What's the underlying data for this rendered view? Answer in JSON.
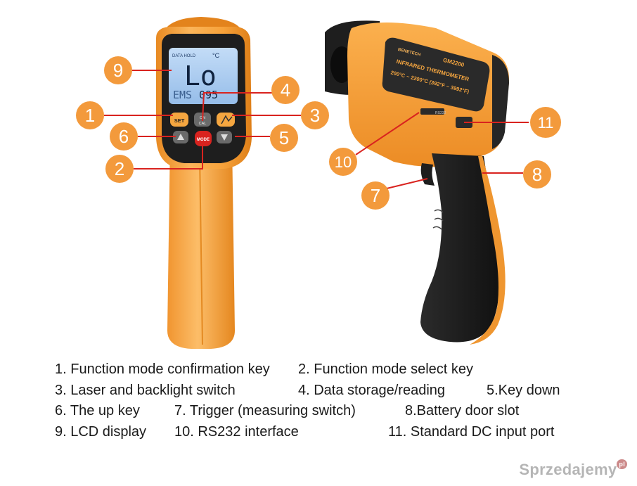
{
  "front_device": {
    "lcd": {
      "top_left_indicator": "DATA HOLD",
      "unit": "°C",
      "main_reading": "Lo",
      "sub_label": "EMS",
      "sub_value": "095"
    },
    "buttons": {
      "set": "SET",
      "middle_top": "ON",
      "middle_bottom": "CAL",
      "mode": "MODE"
    }
  },
  "side_device": {
    "brand": "BENETECH",
    "model": "GM2200",
    "product": "INFRARED THERMOMETER",
    "range": "200°C ~ 2200°C (392°F ~ 3992°F)",
    "port_label": "RS232"
  },
  "callouts": [
    "1",
    "2",
    "3",
    "4",
    "5",
    "6",
    "7",
    "8",
    "9",
    "10",
    "11"
  ],
  "legend": {
    "row1": [
      "1. Function mode confirmation key",
      "2. Function mode select key"
    ],
    "row2": [
      "3. Laser and backlight switch",
      "4. Data storage/reading",
      "5.Key down"
    ],
    "row3": [
      "6. The up key",
      "7. Trigger (measuring switch)",
      "8.Battery door slot"
    ],
    "row4": [
      "9. LCD display",
      "10. RS232 interface",
      "11. Standard DC input port"
    ]
  },
  "watermark": {
    "text": "Sprzedajemy",
    "suffix": "pl"
  },
  "colors": {
    "body_orange": "#f7a23a",
    "dark_orange": "#e4841c",
    "grip_black": "#1c1c1c",
    "callout_orange": "#f39a3c",
    "leader_red": "#d9231f",
    "lcd_blue": "#a9c9ee"
  }
}
